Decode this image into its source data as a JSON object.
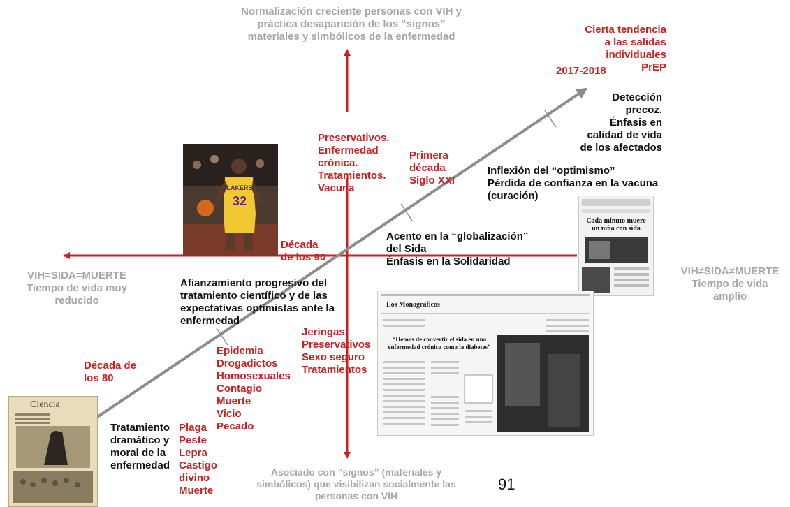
{
  "top_label": "Normalización creciente personas con VIH y\npráctica desaparición de los “signos”\nmateriales y simbólicos de la enfermedad",
  "bottom_label": "Asociado con “signos” (materiales y\nsimbólicos) que visibilizan socialmente las\npersonas con VIH",
  "left_label": "VIH=SIDA=MUERTE\nTiempo de vida muy\nreducido",
  "right_label": "VIH≠SIDA≠MUERTE\nTiempo de vida\namplio",
  "era_80s": "Década de\nlos 80",
  "era_90s": "Década\nde los 90",
  "era_2000s": "Primera\ndécada\nSiglo XXI",
  "era_2017": "2017-2018",
  "trend_red": "Cierta tendencia\na las salidas\nindividuales\nPrEP",
  "detection": "Detección\nprecoz.\nÉnfasis en\ncalidad de vida\nde los afectados",
  "optimism": "Inflexión del “optimismo”\nPérdida de confianza en la vacuna\n(curación)",
  "globalization": "Acento en la “globalización”\ndel Sida\nÉnfasis en la Solidaridad",
  "consolidation": "Afianzamiento progresivo del\ntratamiento científico y de las\nexpectativas optimistas ante la\nenfermedad",
  "treatment_80s": "Tratamiento\ndramático y\nmoral de la\nenfermedad",
  "list_plaga": "Plaga\nPeste\nLepra\nCastigo\ndivino\nMuerte",
  "list_epidemia": "Epidemia\nDrogadictos\nHomosexuales\nContagio\nMuerte\nVicio\nPecado",
  "list_jeringas": "Jeringas.\nPreservativos\nSexo seguro\nTratamientos",
  "list_preservativos": "Preservativos.\nEnfermedad\ncrónica.\nTratamientos.\nVacuna",
  "news_ciencia_title": "Ciencia",
  "news_right_headline": "Cada minuto muere\nun niño con sida",
  "news_mid_masthead": "Los Monográficos",
  "news_mid_headline": "“Hemos de convertir el sida en una\nenfermedad crónica como la diabetes”",
  "player_number": "32",
  "player_team": "LAKERS",
  "page_number": "91",
  "colors": {
    "red": "#cc1f1f",
    "gray": "#a6a6a6",
    "arrow_gray": "#8c8c8c"
  }
}
